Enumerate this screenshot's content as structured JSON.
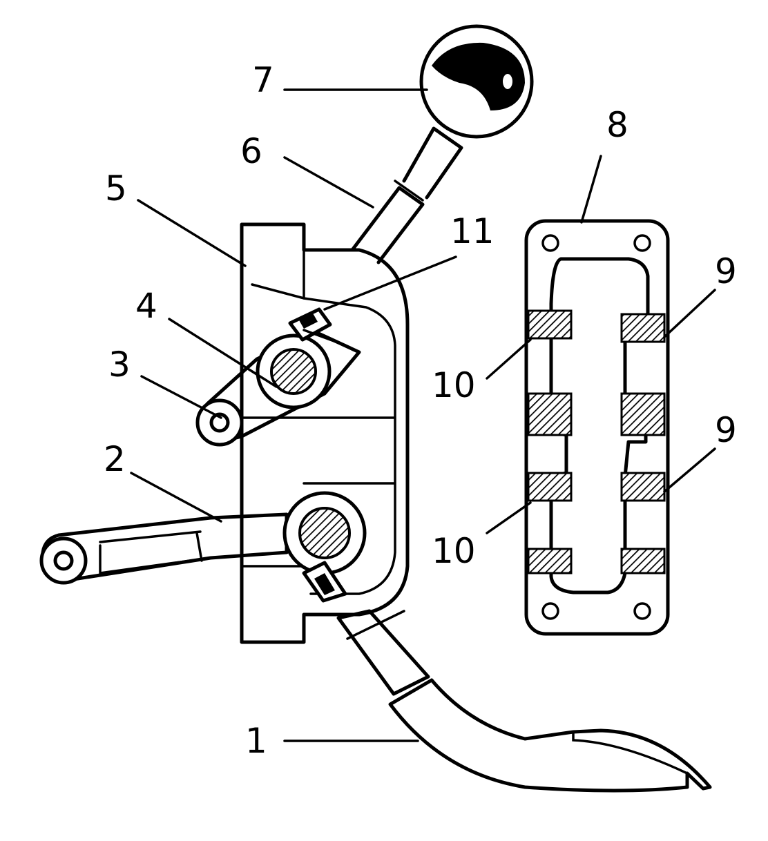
{
  "labels": {
    "l1": "1",
    "l2": "2",
    "l3": "3",
    "l4": "4",
    "l5": "5",
    "l6": "6",
    "l7": "7",
    "l8": "8",
    "l9a": "9",
    "l9b": "9",
    "l10a": "10",
    "l10b": "10",
    "l11": "11"
  }
}
